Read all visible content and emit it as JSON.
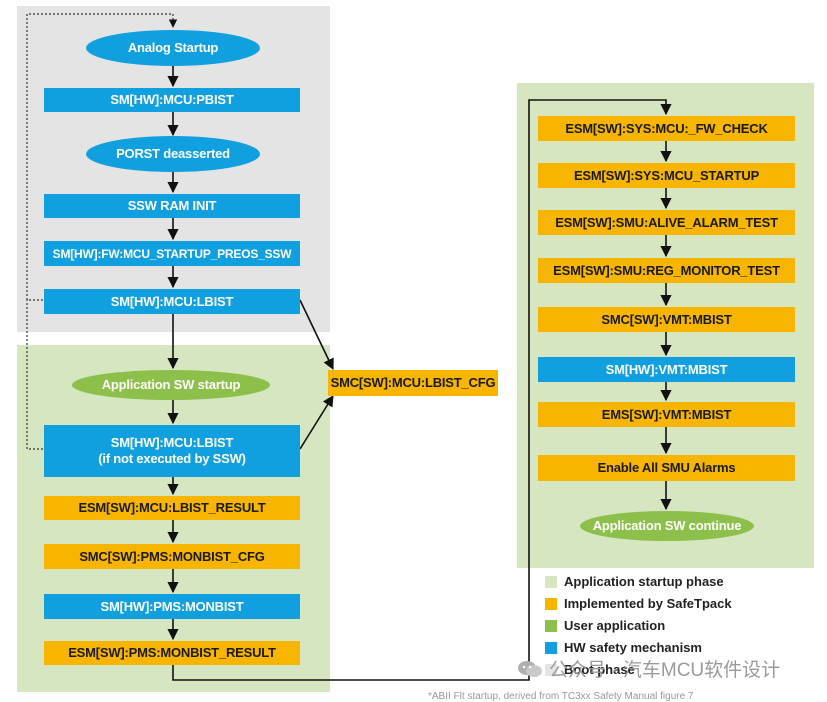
{
  "colors": {
    "boot_phase_bg": "#e4e4e4",
    "app_phase_bg": "#d5e6c0",
    "hw": "#10a0e0",
    "safetpack": "#f7b500",
    "user_app": "#8cc04a"
  },
  "nodes": {
    "analog_startup": "Analog Startup",
    "mcu_pbist": "SM[HW]:MCU:PBIST",
    "porst": "PORST deasserted",
    "ssw_ram_init": "SSW RAM INIT",
    "mcu_startup_preos": "SM[HW]:FW:MCU_STARTUP_PREOS_SSW",
    "mcu_lbist": "SM[HW]:MCU:LBIST",
    "app_sw_startup": "Application SW startup",
    "mcu_lbist2_line1": "SM[HW]:MCU:LBIST",
    "mcu_lbist2_line2": "(if not executed by SSW)",
    "lbist_result": "ESM[SW]:MCU:LBIST_RESULT",
    "pms_monbist_cfg": "SMC[SW]:PMS:MONBIST_CFG",
    "pms_monbist": "SM[HW]:PMS:MONBIST",
    "pms_monbist_result": "ESM[SW]:PMS:MONBIST_RESULT",
    "lbist_cfg": "SMC[SW]:MCU:LBIST_CFG",
    "fw_check": "ESM[SW]:SYS:MCU:_FW_CHECK",
    "sys_mcu_startup": "ESM[SW]:SYS:MCU_STARTUP",
    "alive_alarm_test": "ESM[SW]:SMU:ALIVE_ALARM_TEST",
    "reg_monitor_test": "ESM[SW]:SMU:REG_MONITOR_TEST",
    "smc_vmt_mbist": "SMC[SW]:VMT:MBIST",
    "hw_vmt_mbist": "SM[HW]:VMT:MBIST",
    "ems_vmt_mbist": "EMS[SW]:VMT:MBIST",
    "enable_smu_alarms": "Enable All SMU Alarms",
    "app_sw_continue": "Application SW continue"
  },
  "legend": [
    {
      "label": "Application startup phase",
      "color": "#d5e6c0"
    },
    {
      "label": "Implemented by SafeTpack",
      "color": "#f7b500"
    },
    {
      "label": "User application",
      "color": "#8cc04a"
    },
    {
      "label": "HW safety mechanism",
      "color": "#10a0e0"
    },
    {
      "label": "Boot phase",
      "color": "#e4e4e4"
    }
  ],
  "watermark": "公众号 · 汽车MCU软件设计",
  "caption": "*ABII Flt startup, derived from TC3xx Safety Manual figure 7"
}
